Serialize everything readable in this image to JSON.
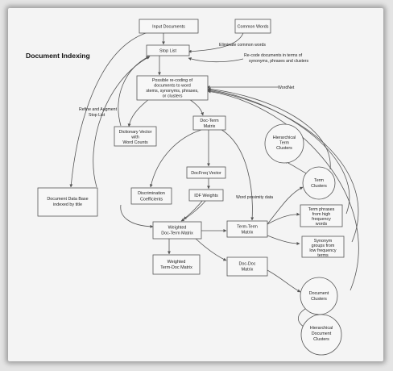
{
  "title": "Document Indexing",
  "nodes": {
    "input_documents": "Input Documents",
    "common_words": "Common Words",
    "stop_list": "Stop List",
    "recoding": [
      "Possible re-coding of",
      "documents  to word",
      "stems, synonyms, phrases,",
      "or clusters"
    ],
    "doc_term_matrix": [
      "Doc-Term",
      "Matrix"
    ],
    "dictionary_vector": [
      "Dictionary Vector",
      "with",
      "Word Counts"
    ],
    "docfreq_vector": "DocFreq Vector",
    "idf_weights": "IDF Weights",
    "discrimination_coefficients": [
      "Discrimination",
      "Coefficients"
    ],
    "document_database": [
      "Document Data Base",
      "indexed by title"
    ],
    "weighted_doc_term": [
      "Weighted",
      "Doc-Term Matrix"
    ],
    "weighted_term_doc": [
      "Weighted",
      "Term-Doc Matrix"
    ],
    "term_term_matrix": [
      "Term-Term",
      "Matrix"
    ],
    "doc_doc_matrix": [
      "Doc-Doc",
      "Matrix"
    ],
    "term_phrases": [
      "Term phrases",
      "from high",
      "frequency",
      "words"
    ],
    "synonym_groups": [
      "Synonym",
      "groups from",
      "low frequency",
      "terms"
    ],
    "hierarchical_term_clusters": [
      "Hierarchical",
      "Term",
      "Clusters"
    ],
    "term_clusters": [
      "Term",
      "Clusters"
    ],
    "document_clusters": [
      "Document",
      "Clusters"
    ],
    "hierarchical_document_clusters": [
      "Hierarchical",
      "Document",
      "Clusters"
    ]
  },
  "annotations": {
    "eliminate_common_words": "Eliminate common words",
    "recode_documents": [
      "Re-code documents in terms of",
      "synonyms, phrases and clusters"
    ],
    "wordnet": "WordNet",
    "refine_augment": [
      "Refine and Augment",
      "Stop List"
    ],
    "word_proximity": "Word proximity data"
  }
}
